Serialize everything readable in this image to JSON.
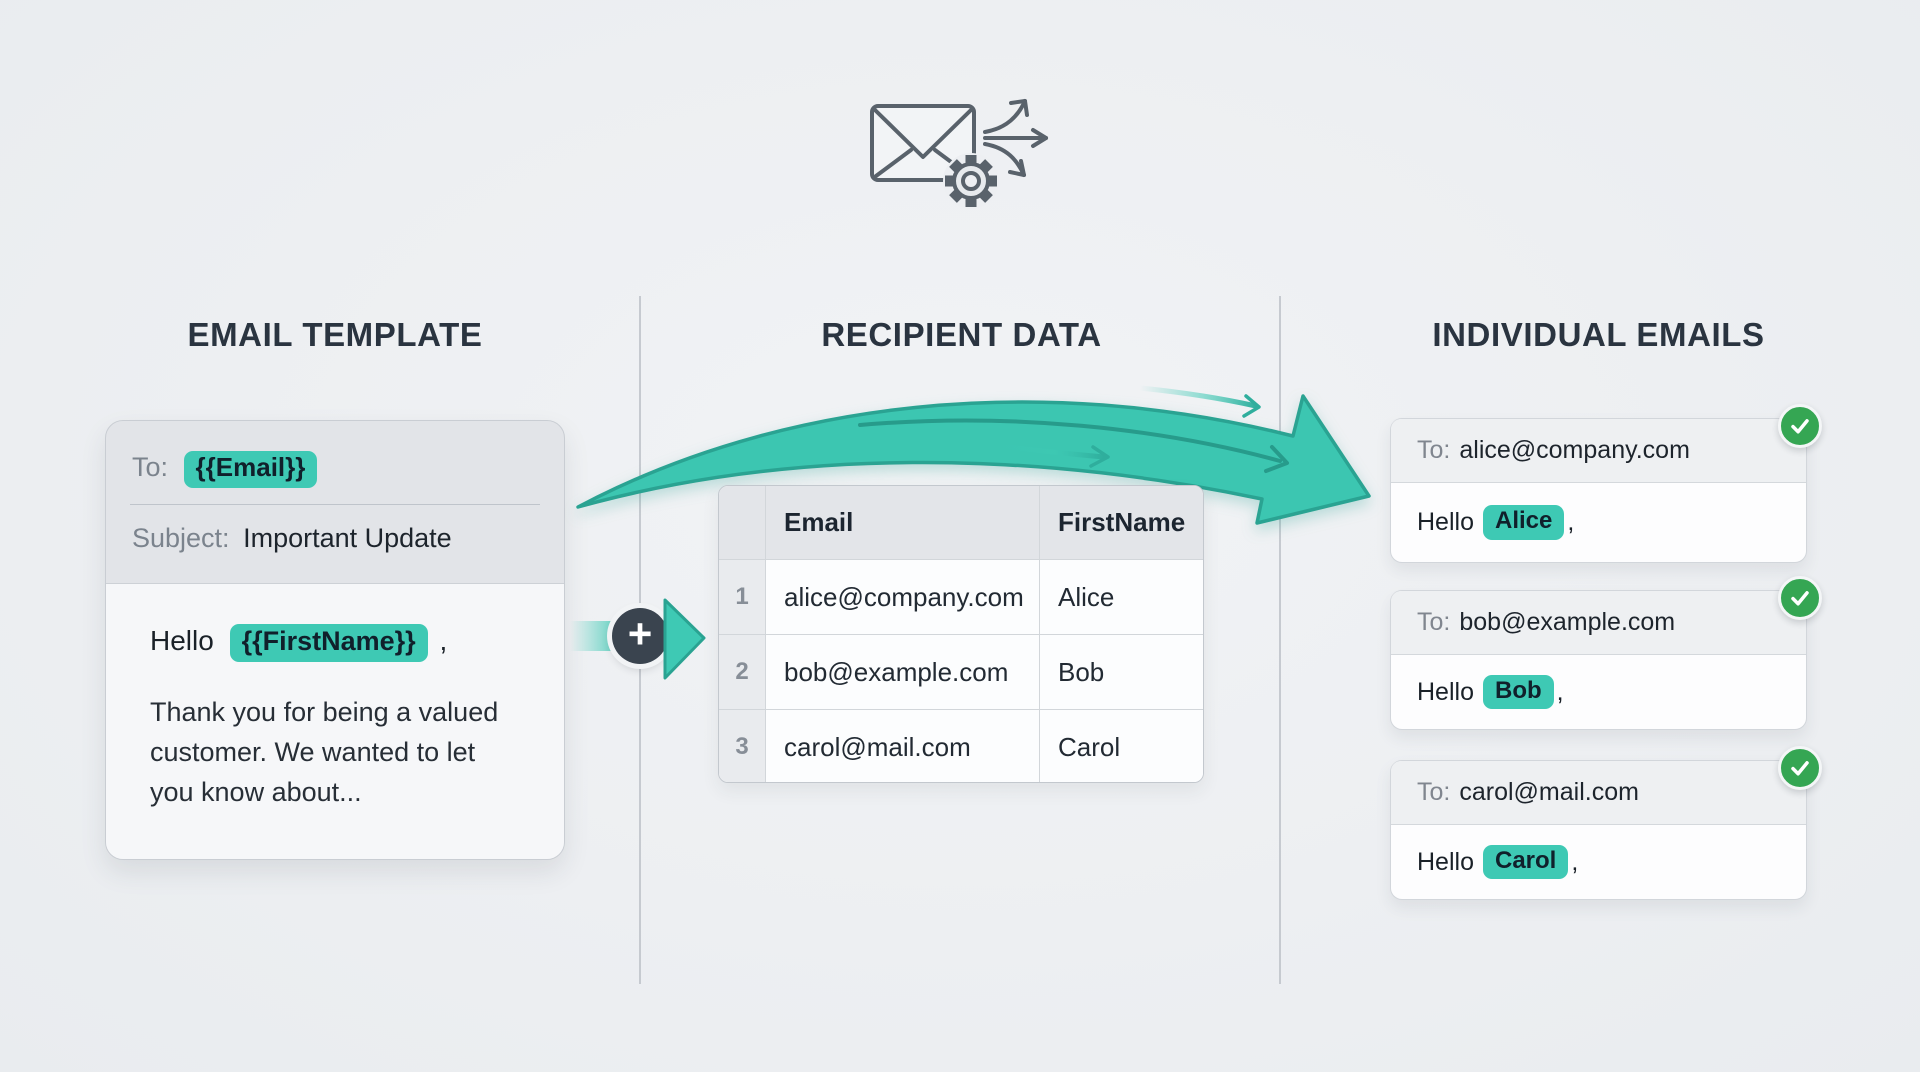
{
  "hero": {
    "icon": "envelope-gear-fanout-icon"
  },
  "connector": {
    "plus_glyph": "+"
  },
  "sections": {
    "template": {
      "heading": "EMAIL TEMPLATE",
      "to_label": "To:",
      "to_field": "{{Email}}",
      "subject_label": "Subject:",
      "subject_value": "Important Update",
      "greeting_prefix": "Hello",
      "greeting_field": "{{FirstName}}",
      "greeting_suffix": ",",
      "body_lines": [
        "Thank you for being a valued",
        "customer. We wanted to let",
        "you know about..."
      ]
    },
    "recipients": {
      "heading": "RECIPIENT DATA",
      "table": {
        "columns": [
          "Email",
          "FirstName"
        ],
        "rows": [
          {
            "num": "1",
            "email": "alice@company.com",
            "first_name": "Alice"
          },
          {
            "num": "2",
            "email": "bob@example.com",
            "first_name": "Bob"
          },
          {
            "num": "3",
            "email": "carol@mail.com",
            "first_name": "Carol"
          }
        ]
      }
    },
    "individual": {
      "heading": "INDIVIDUAL EMAILS",
      "emails": [
        {
          "to_label": "To:",
          "address": "alice@company.com",
          "greeting_prefix": "Hello",
          "name": "Alice",
          "greeting_suffix": ","
        },
        {
          "to_label": "To:",
          "address": "bob@example.com",
          "greeting_prefix": "Hello",
          "name": "Bob",
          "greeting_suffix": ","
        },
        {
          "to_label": "To:",
          "address": "carol@mail.com",
          "greeting_prefix": "Hello",
          "name": "Carol",
          "greeting_suffix": ","
        }
      ]
    }
  },
  "colors": {
    "background": "#edeff2",
    "accent_teal": "#3ec9b4",
    "arrow_teal": "#3cc6b1",
    "arrow_outline": "#2aa392",
    "success_green": "#35a653",
    "heading_text": "#2a3440",
    "icon_gray": "#59626b"
  }
}
